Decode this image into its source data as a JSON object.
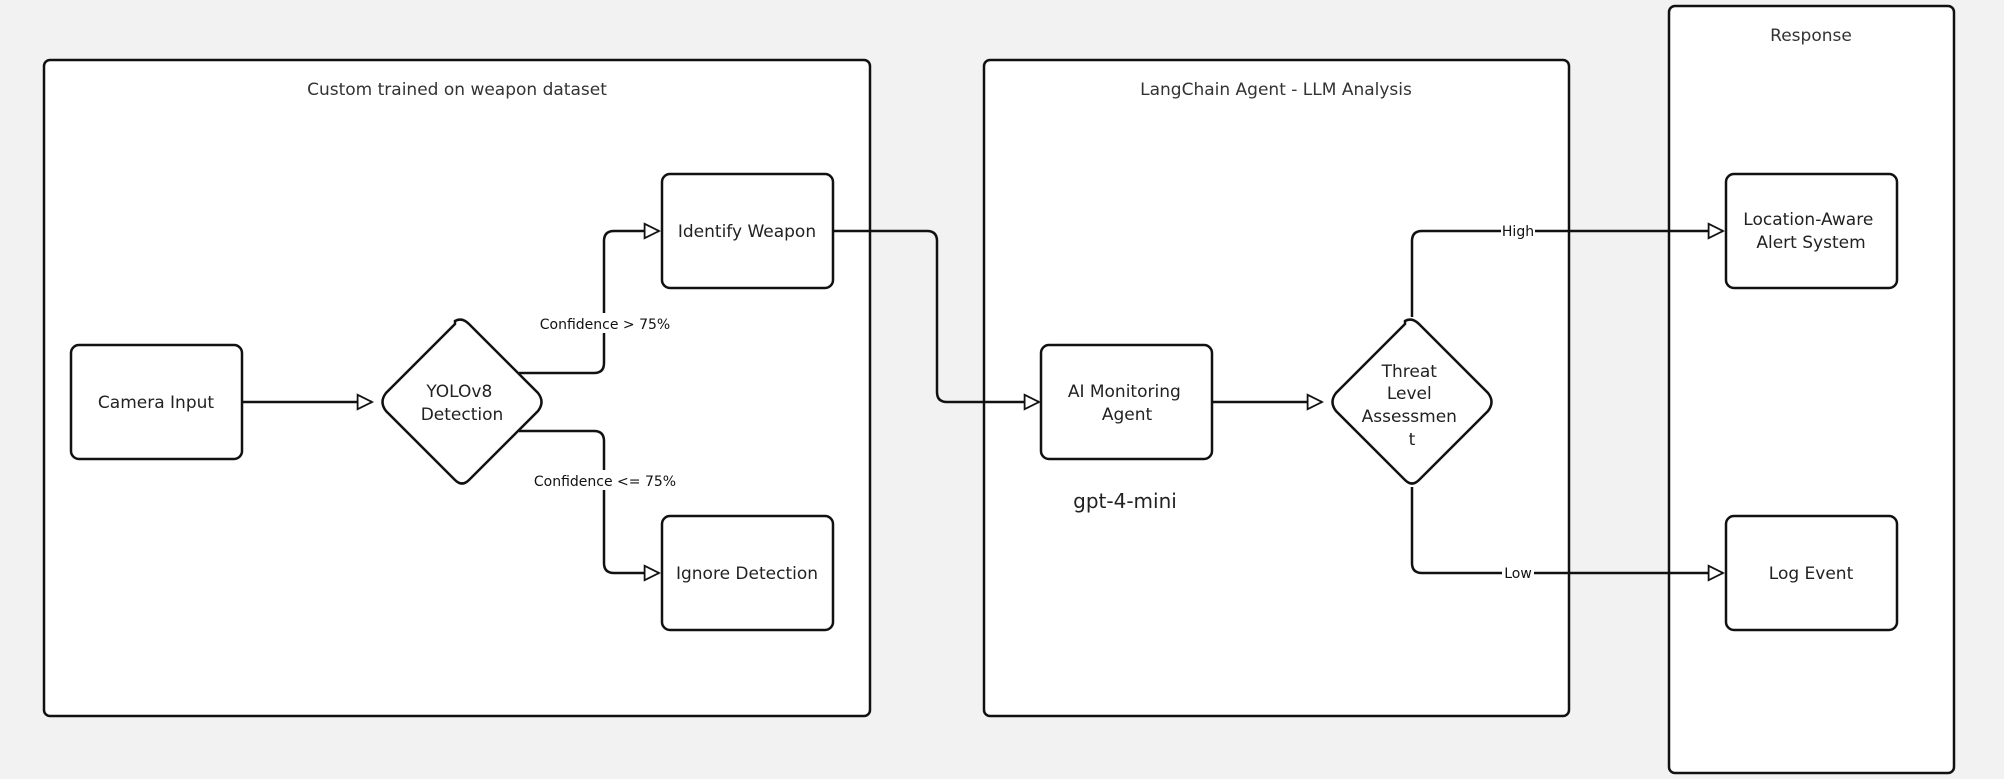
{
  "groups": {
    "yolo": {
      "title": "Custom trained on weapon dataset"
    },
    "langchain": {
      "title": "LangChain Agent - LLM Analysis"
    },
    "response": {
      "title": "Response"
    }
  },
  "nodes": {
    "camera": {
      "label": "Camera Input"
    },
    "yolo_detect": {
      "label_lines": [
        "YOLOv8",
        "Detection"
      ]
    },
    "identify": {
      "label": "Identify Weapon"
    },
    "ignore": {
      "label": "Ignore Detection"
    },
    "agent": {
      "label_lines": [
        "AI Monitoring",
        "Agent"
      ]
    },
    "threat": {
      "label_lines": [
        "Threat",
        "Level",
        "Assessmen",
        "t"
      ]
    },
    "alert": {
      "label_lines": [
        "Location-Aware",
        "Alert System"
      ]
    },
    "log": {
      "label": "Log Event"
    }
  },
  "edges": {
    "conf_high": "Confidence > 75%",
    "conf_low": "Confidence <= 75%",
    "high": "High",
    "low": "Low"
  },
  "notes": {
    "model": "gpt-4-mini"
  }
}
